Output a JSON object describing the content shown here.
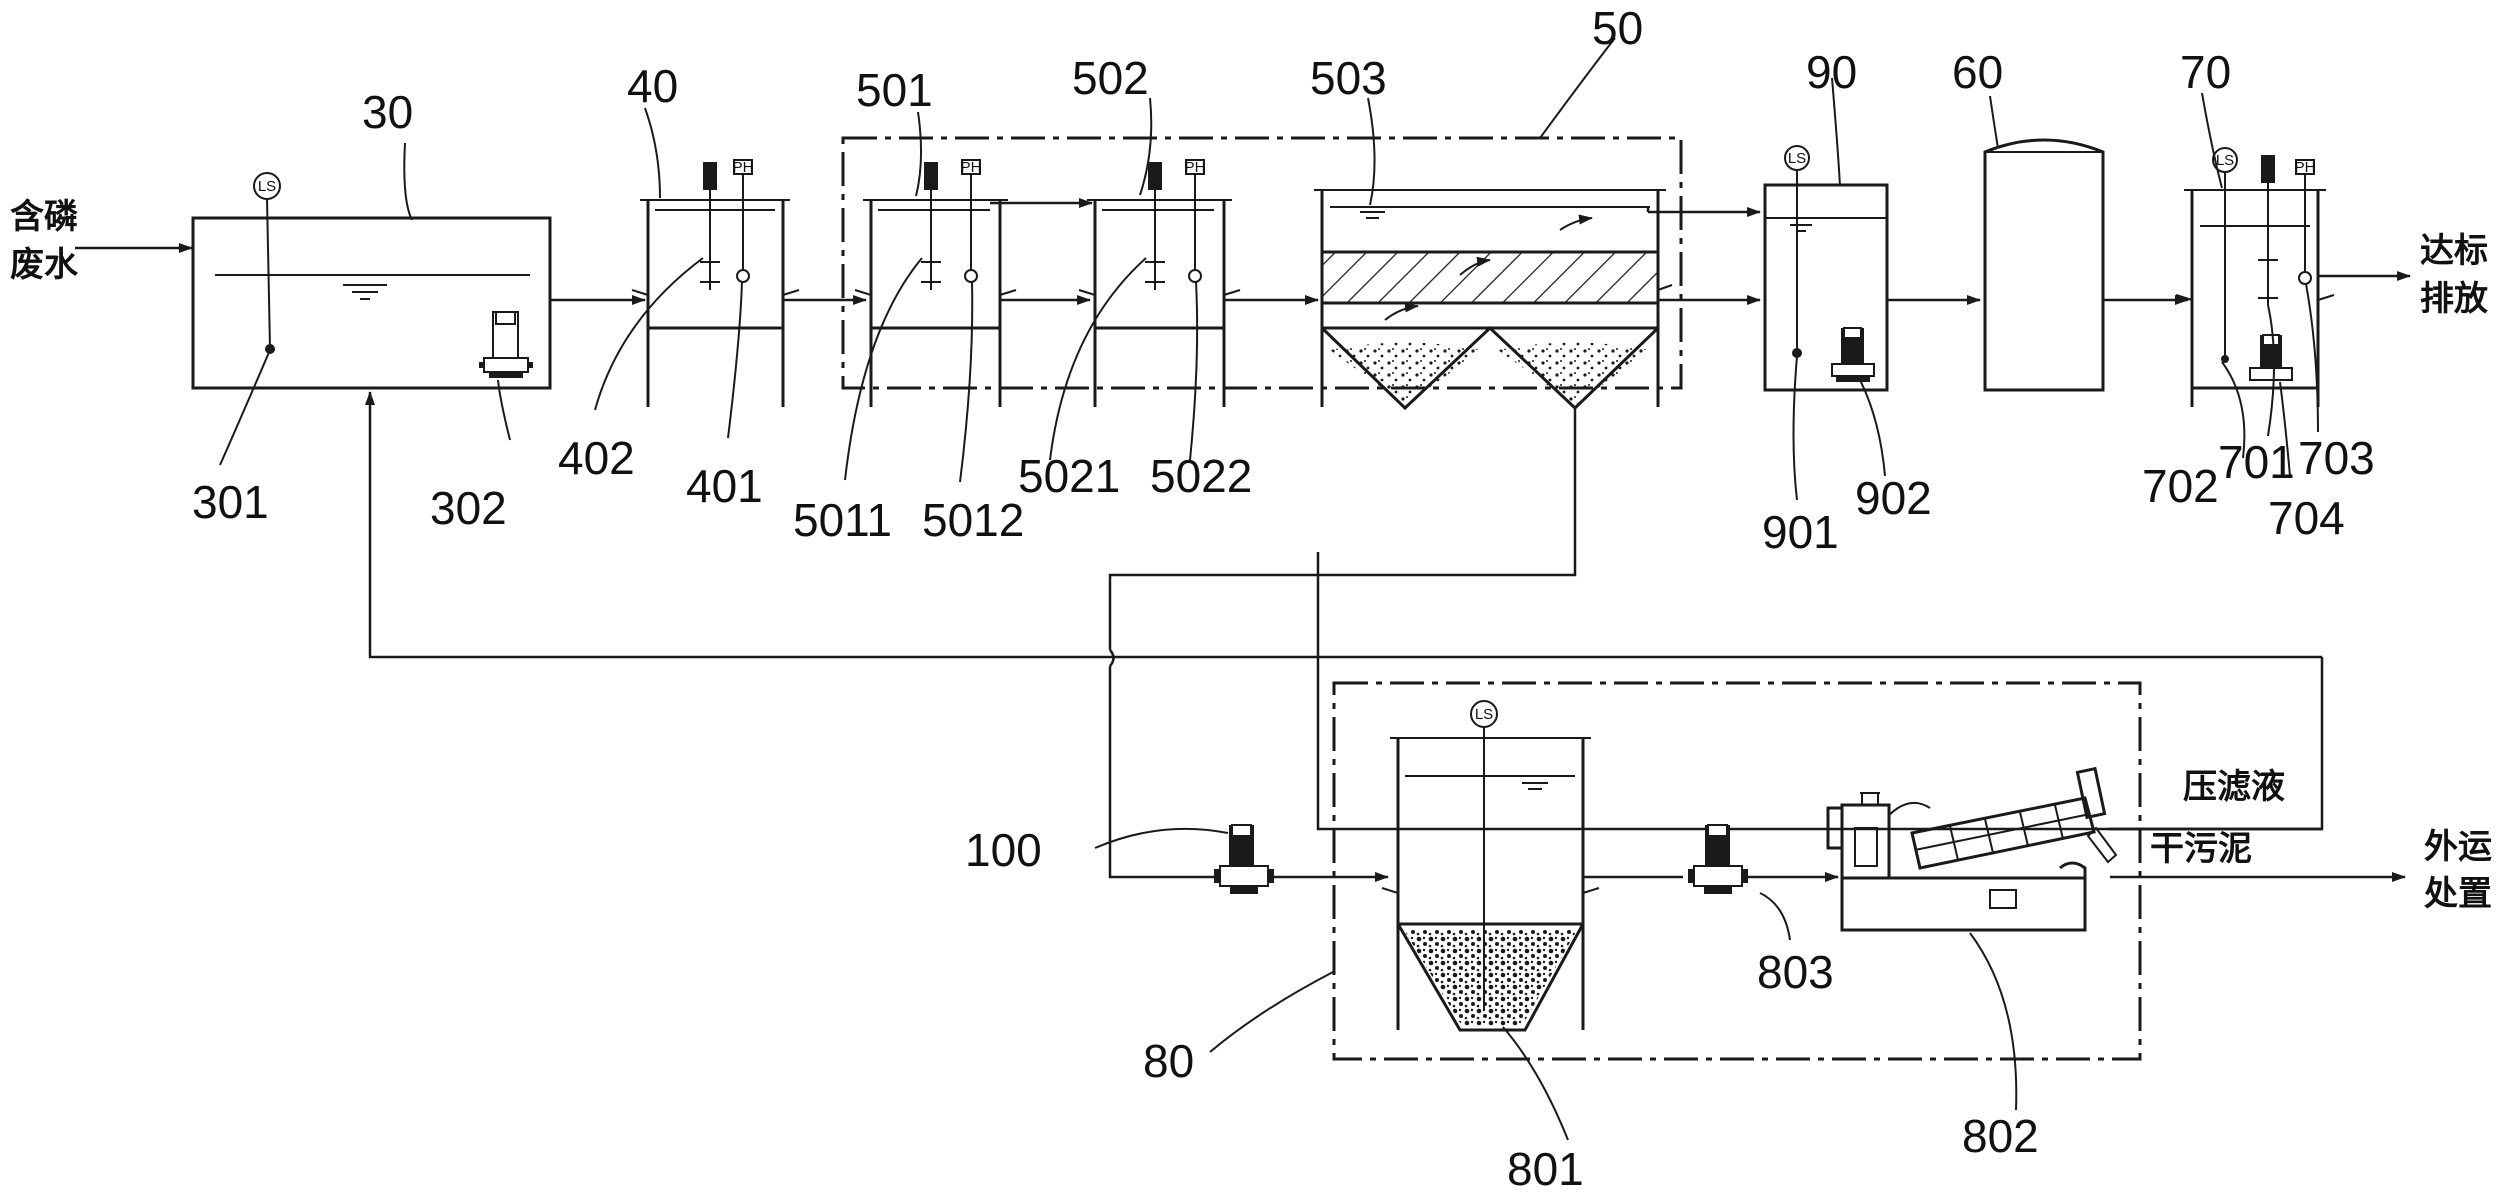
{
  "labels": {
    "n30": "30",
    "n40": "40",
    "n50": "50",
    "n60": "60",
    "n70": "70",
    "n80": "80",
    "n90": "90",
    "n100": "100",
    "n301": "301",
    "n302": "302",
    "n401": "401",
    "n402": "402",
    "n501": "501",
    "n502": "502",
    "n503": "503",
    "n5011": "5011",
    "n5012": "5012",
    "n5021": "5021",
    "n5022": "5022",
    "n701": "701",
    "n702": "702",
    "n703": "703",
    "n704": "704",
    "n801": "801",
    "n802": "802",
    "n803": "803",
    "n901": "901",
    "n902": "902"
  },
  "text": {
    "inlet_1": "含磷",
    "inlet_2": "废水",
    "outlet_1": "达标",
    "outlet_2": "排放",
    "filtrate": "压滤液",
    "dry_sludge": "干污泥",
    "disposal_1": "外运",
    "disposal_2": "处置"
  },
  "instruments": {
    "level_switch": "LS",
    "ph_meter": "PH"
  }
}
